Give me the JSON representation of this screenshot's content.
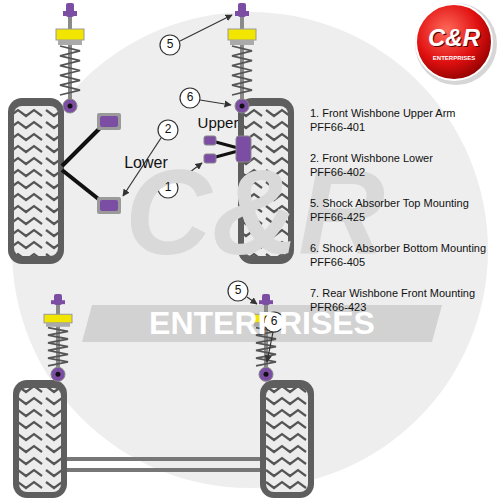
{
  "diagram": {
    "labels": [
      "C&R",
      "ENTERPRISES",
      "C&R",
      "ENTERPRISES",
      "Lower",
      "Upper",
      "5",
      "6",
      "2",
      "1",
      "5",
      "6",
      "1. Front Wishbone Upper Arm",
      "PFF66-401",
      "2. Front Wishbone Lower",
      "PFF66-402",
      "5. Shock Absorber Top Mounting",
      "PFF66-425",
      "6. Shock Absorber Bottom Mounting",
      "PFF66-405",
      "7. Rear Wishbone Front Mounting",
      "PFR66-423"
    ]
  }
}
